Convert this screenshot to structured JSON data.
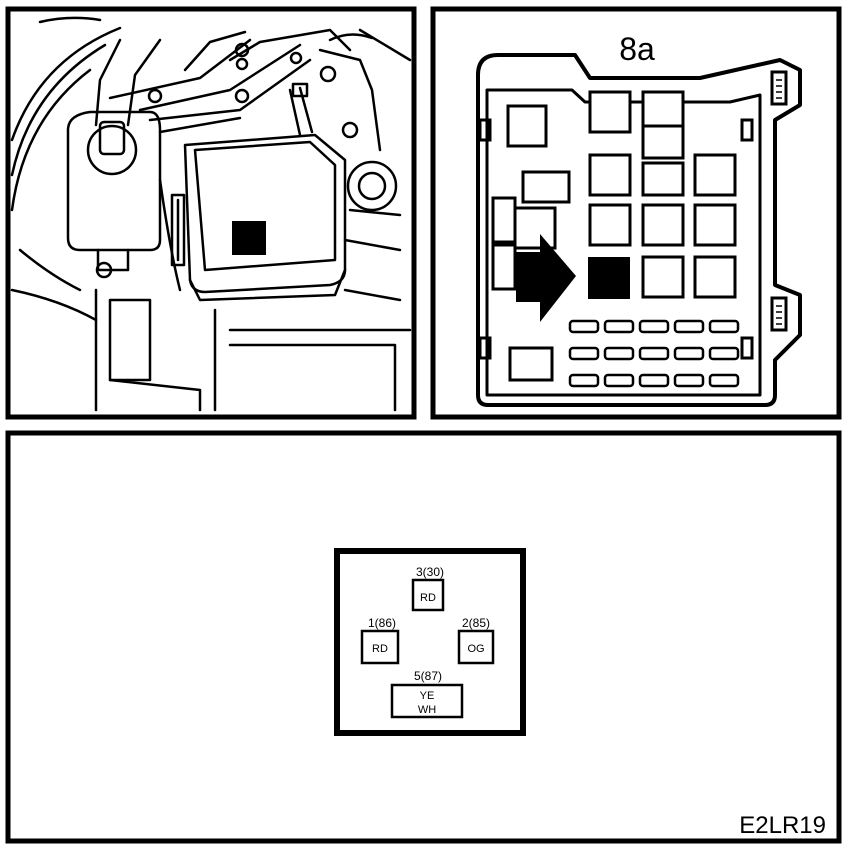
{
  "fuse_box": {
    "title": "8a"
  },
  "relay": {
    "terminals": [
      {
        "id": "3(30)",
        "wire": "RD"
      },
      {
        "id": "1(86)",
        "wire": "RD"
      },
      {
        "id": "2(85)",
        "wire": "OG"
      },
      {
        "id": "5(87)",
        "wire": "YE",
        "wire2": "WH"
      }
    ]
  },
  "figure_code": "E2LR19",
  "colors": {
    "ink": "#000000",
    "paper": "#ffffff"
  }
}
